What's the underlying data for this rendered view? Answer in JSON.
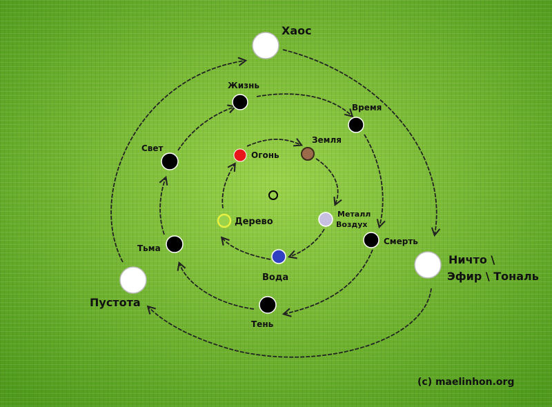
{
  "colors": {
    "background_center": "#9ad24a",
    "background_edge": "#4f9a1c",
    "stroke": "#222222",
    "node_black": "#000000",
    "node_white": "#ffffff",
    "fire": "#e8161b",
    "earth": "#9a6a4a",
    "metal": "#c8c0e0",
    "water": "#3040c0",
    "wood": "#9ad24a"
  },
  "nodes": {
    "chaos": {
      "label": "Хаос"
    },
    "life": {
      "label": "Жизнь"
    },
    "time": {
      "label": "Время"
    },
    "light": {
      "label": "Свет"
    },
    "fire": {
      "label": "Огонь"
    },
    "earth": {
      "label": "Земля"
    },
    "center": {
      "label": ""
    },
    "wood": {
      "label": "Дерево"
    },
    "metal": {
      "label_line1": "Металл",
      "label_line2": "Воздух"
    },
    "darkness": {
      "label": "Тьма"
    },
    "death": {
      "label": "Смерть"
    },
    "water": {
      "label": "Вода"
    },
    "nothing": {
      "label_line1": "Ничто \\",
      "label_line2": "Эфир \\ Тональ"
    },
    "void": {
      "label": "Пустота"
    },
    "shadow": {
      "label": "Тень"
    }
  },
  "copyright": "(c) maelinhon.org"
}
